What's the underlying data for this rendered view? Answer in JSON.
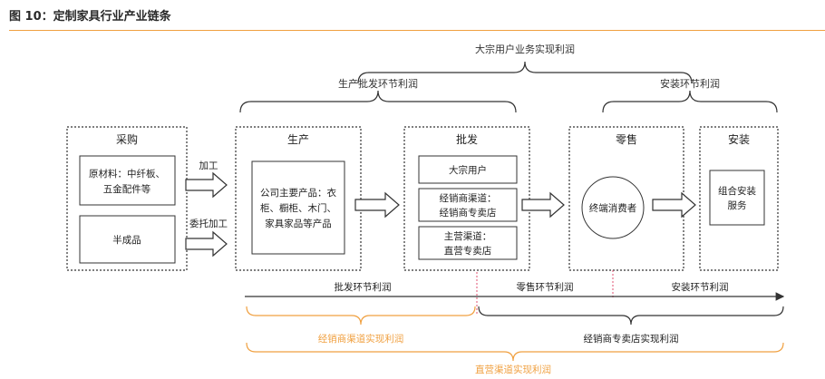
{
  "figure_title": "图 10：定制家具行业产业链条",
  "colors": {
    "accent": "#f0a040",
    "line": "#333333",
    "highlight": "#f0a040",
    "red_dash": "#e05070"
  },
  "top_labels": {
    "bulk_profit": "大宗用户业务实现利润",
    "prod_wholesale_profit": "生产批发环节利润",
    "install_profit_top": "安装环节利润"
  },
  "stages": {
    "purchase": {
      "title": "采购",
      "raw": [
        "原材料：中纤板、",
        "五金配件等"
      ],
      "semi": "半成品"
    },
    "production": {
      "title": "生产",
      "products": [
        "公司主要产品：衣",
        "柜、橱柜、木门、",
        "家具家品等产品"
      ]
    },
    "wholesale": {
      "title": "批发",
      "bulk": "大宗用户",
      "dealer": [
        "经销商渠道：",
        "经销商专卖店"
      ],
      "direct": [
        "主营渠道：",
        "直营专卖店"
      ]
    },
    "retail": {
      "title": "零售",
      "consumer": "终端消费者"
    },
    "install": {
      "title": "安装",
      "service": [
        "组合安装",
        "服务"
      ]
    }
  },
  "arrow_labels": {
    "process": "加工",
    "outsourced": "委托加工"
  },
  "bottom_labels": {
    "wholesale_profit": "批发环节利润",
    "retail_profit": "零售环节利润",
    "install_profit": "安装环节利润",
    "dealer_channel_profit": "经销商渠道实现利润",
    "dealer_store_profit": "经销商专卖店实现利润",
    "direct_channel_profit": "直营渠道实现利润"
  }
}
